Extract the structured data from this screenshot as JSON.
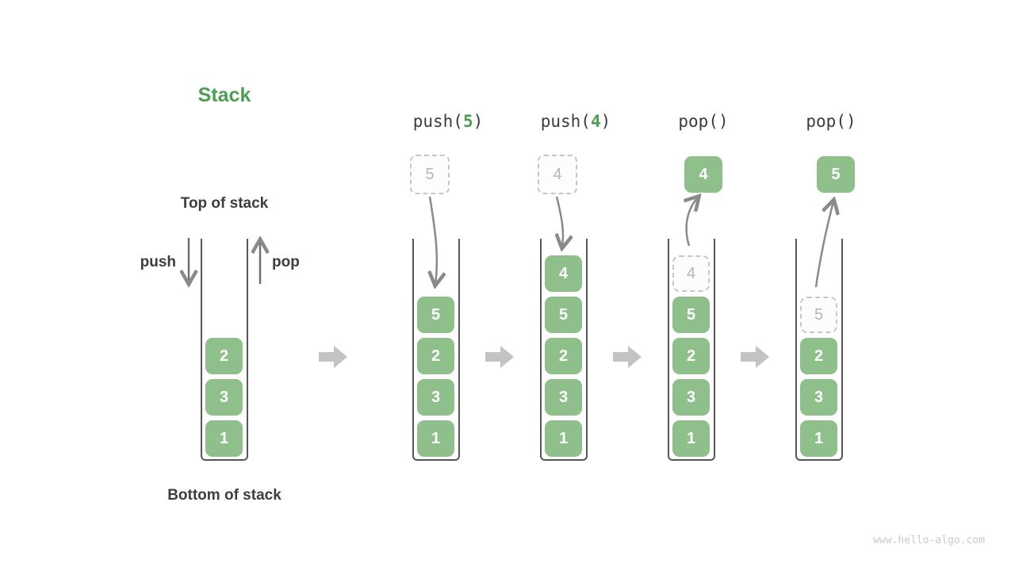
{
  "title": "Stack",
  "annotations": {
    "top_of_stack": "Top of stack",
    "bottom_of_stack": "Bottom of stack",
    "push_arrow_label": "push",
    "pop_arrow_label": "pop"
  },
  "watermark": "www.hello-algo.com",
  "colors": {
    "cell_green": "#8fbf8a",
    "accent_green_text": "#4c9e52",
    "dark_text": "#3d3d3d",
    "container_line": "#565656",
    "curve_arrow": "#8a8a8a",
    "block_arrow": "#c3c3c3",
    "ghost_border": "#c7c7c7",
    "ghost_text": "#b5b5b5",
    "watermark_text": "#c9c9c9"
  },
  "columns": [
    {
      "name": "initial-stack",
      "cells": [
        {
          "value": "2"
        },
        {
          "value": "3"
        },
        {
          "value": "1"
        }
      ]
    },
    {
      "name": "after-push-5",
      "op": {
        "pre": "push(",
        "arg": "5",
        "post": ")"
      },
      "incoming": {
        "value": "5"
      },
      "cells": [
        {
          "value": "5"
        },
        {
          "value": "2"
        },
        {
          "value": "3"
        },
        {
          "value": "1"
        }
      ]
    },
    {
      "name": "after-push-4",
      "op": {
        "pre": "push(",
        "arg": "4",
        "post": ")"
      },
      "incoming": {
        "value": "4"
      },
      "cells": [
        {
          "value": "4"
        },
        {
          "value": "5"
        },
        {
          "value": "2"
        },
        {
          "value": "3"
        },
        {
          "value": "1"
        }
      ]
    },
    {
      "name": "after-pop-4",
      "op": {
        "pre": "pop()",
        "arg": "",
        "post": ""
      },
      "popped": {
        "value": "4"
      },
      "cells": [
        {
          "value": "4",
          "ghost": true
        },
        {
          "value": "5"
        },
        {
          "value": "2"
        },
        {
          "value": "3"
        },
        {
          "value": "1"
        }
      ]
    },
    {
      "name": "after-pop-5",
      "op": {
        "pre": "pop()",
        "arg": "",
        "post": ""
      },
      "popped": {
        "value": "5"
      },
      "cells": [
        {
          "value": "5",
          "ghost": true
        },
        {
          "value": "2"
        },
        {
          "value": "3"
        },
        {
          "value": "1"
        }
      ]
    }
  ]
}
